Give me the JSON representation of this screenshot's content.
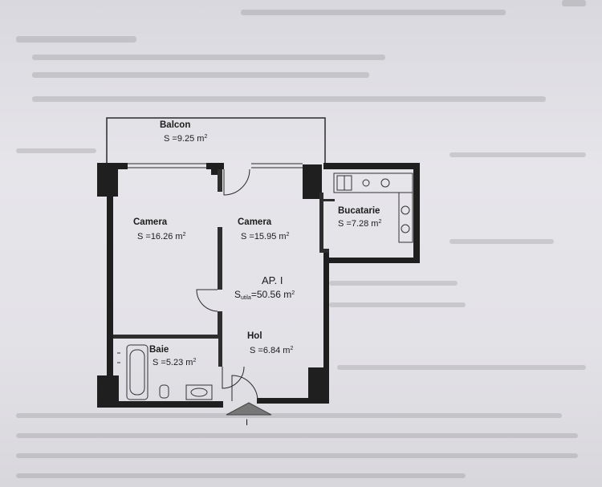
{
  "rooms": {
    "balcon": {
      "name": "Balcon",
      "area": "S =9.25 m"
    },
    "camera1": {
      "name": "Camera",
      "area": "S =16.26 m"
    },
    "camera2": {
      "name": "Camera",
      "area": "S =15.95 m"
    },
    "bucatarie": {
      "name": "Bucatarie",
      "area": "S =7.28 m"
    },
    "baie": {
      "name": "Baie",
      "area": "S =5.23 m"
    },
    "hol": {
      "name": "Hol",
      "area": "S =6.84 m"
    }
  },
  "apartment": {
    "label": "AP. I",
    "util_prefix": "S",
    "util_sub": "utila",
    "util_value": "=50.56 m"
  },
  "entrance": {
    "label": "I"
  },
  "units": {
    "squared": "2"
  },
  "colors": {
    "wall": "#1f1f1f",
    "line": "#2b2b2b",
    "paper": "#e4e3e7"
  }
}
